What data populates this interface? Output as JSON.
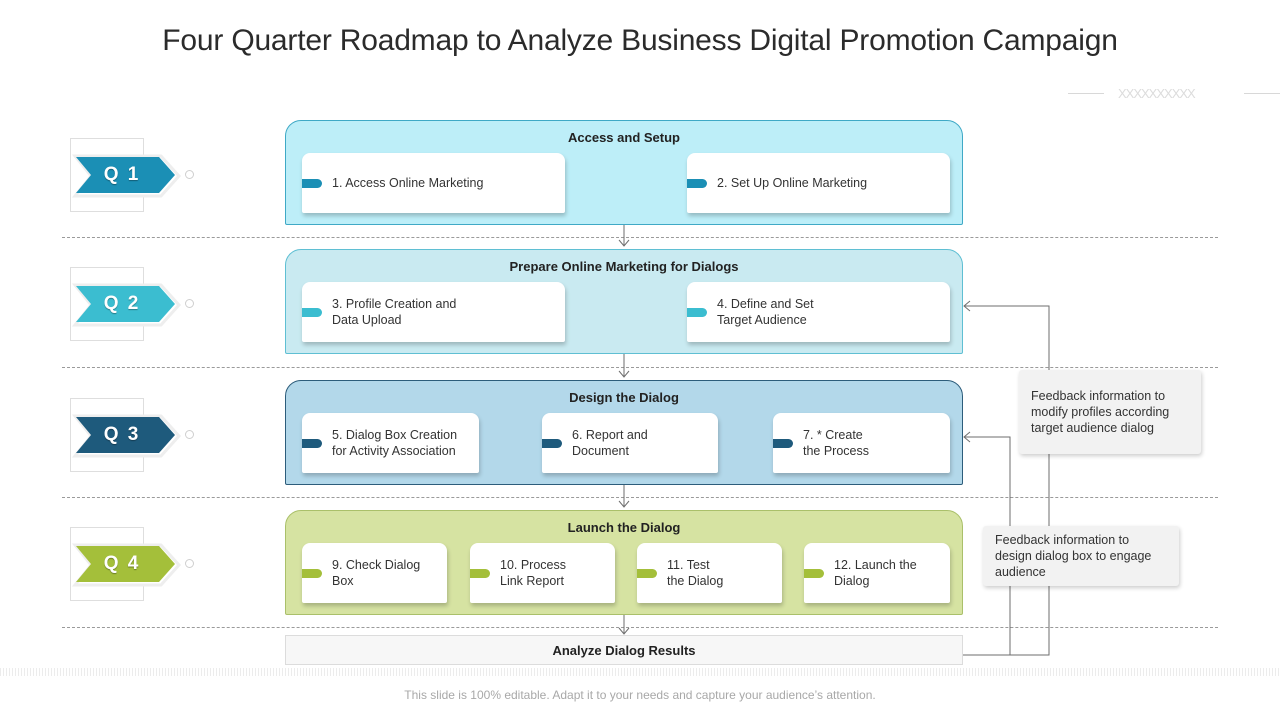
{
  "title": "Four Quarter Roadmap to Analyze Business Digital Promotion Campaign",
  "decoration": {
    "pattern_text": "XXXXXXXXXX"
  },
  "quarters": [
    {
      "label": "Q 1",
      "color": "#1b8fb5"
    },
    {
      "label": "Q 2",
      "color": "#3bbdd0"
    },
    {
      "label": "Q 3",
      "color": "#1e5a7c"
    },
    {
      "label": "Q 4",
      "color": "#a4bf3a"
    }
  ],
  "phases": [
    {
      "title": "Access and Setup",
      "bg": "#bdeef8",
      "border": "#3fa9c6",
      "pill": "#1b8fb5",
      "cards": [
        "1. Access Online Marketing",
        "2. Set Up Online Marketing"
      ]
    },
    {
      "title": "Prepare Online Marketing for Dialogs",
      "bg": "#c9eaf1",
      "border": "#5fbfd3",
      "pill": "#3bbdd0",
      "cards": [
        "3. Profile Creation  and\nData Upload",
        "4. Define  and Set\nTarget  Audience"
      ]
    },
    {
      "title": "Design the Dialog",
      "bg": "#b3d8ea",
      "border": "#2d5d7b",
      "pill": "#1e5a7c",
      "cards": [
        "5. Dialog Box Creation\nfor Activity Association",
        "6. Report  and\nDocument",
        "7. * Create\nthe Process"
      ]
    },
    {
      "title": "Launch the Dialog",
      "bg": "#d6e3a2",
      "border": "#aac06a",
      "pill": "#a4bf3a",
      "cards": [
        "9. Check Dialog\nBox",
        "10. Process\nLink Report",
        "11. Test\nthe Dialog",
        "12. Launch the\nDialog"
      ]
    }
  ],
  "analyze": "Analyze Dialog Results",
  "notes": [
    "Feedback information to modify profiles according target audience dialog",
    "Feedback information to design dialog box to engage audience"
  ],
  "footer": "This slide is 100% editable. Adapt it to your needs and capture your audience’s attention."
}
